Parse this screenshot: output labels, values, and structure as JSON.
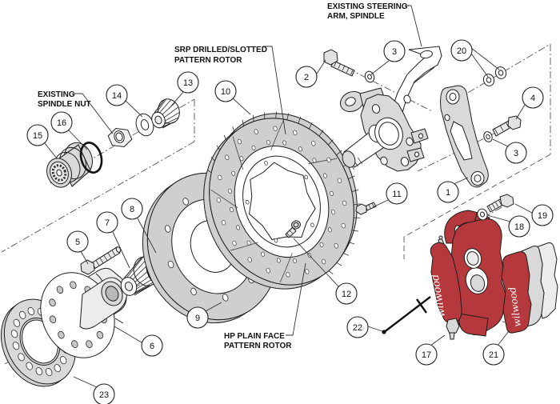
{
  "diagram": {
    "labels": {
      "spindle_nut": {
        "line1": "EXISTING",
        "line2": "SPINDLE NUT"
      },
      "srp_rotor": {
        "line1": "SRP DRILLED/SLOTTED",
        "line2": "PATTERN ROTOR"
      },
      "steering": {
        "line1": "EXISTING STEERING",
        "line2": "ARM, SPINDLE"
      },
      "hp_rotor": {
        "line1": "HP PLAIN FACE",
        "line2": "PATTERN ROTOR"
      }
    },
    "callouts": {
      "c1": "1",
      "c2": "2",
      "c3a": "3",
      "c3b": "3",
      "c4": "4",
      "c5": "5",
      "c6": "6",
      "c7": "7",
      "c8": "8",
      "c9": "9",
      "c10": "10",
      "c11": "11",
      "c12": "12",
      "c13": "13",
      "c14": "14",
      "c15": "15",
      "c16": "16",
      "c17": "17",
      "c18": "18",
      "c19": "19",
      "c20": "20",
      "c21": "21",
      "c22": "22",
      "c23": "23"
    },
    "logos": {
      "caliper_script": "wilwood",
      "pad_script": "wilwood"
    },
    "colors": {
      "background": "#ffffff",
      "line": "#1e1e1e",
      "part_gray": "#d9d9d9",
      "rotor_gray": "#cfcfcf",
      "caliper_red": "#b5393c",
      "caliper_red_dark": "#8c2a2d",
      "logo_white": "#ffffff"
    }
  }
}
